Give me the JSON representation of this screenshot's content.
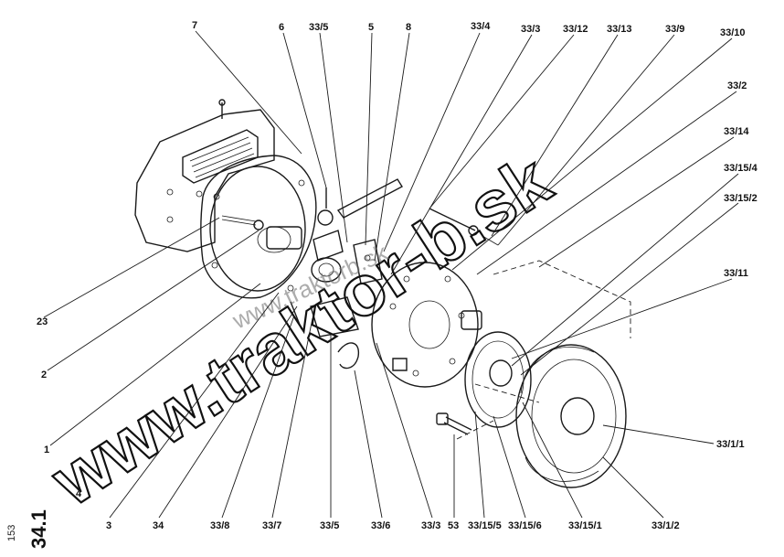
{
  "diagram": {
    "section_number": "34.1",
    "page_number": "153",
    "watermark": "www.traktor-b.sk",
    "watermark_small": "www.traktorb.sk",
    "callouts": [
      {
        "id": "c-7",
        "label": "7"
      },
      {
        "id": "c-6",
        "label": "6"
      },
      {
        "id": "c-33-5-top",
        "label": "33/5"
      },
      {
        "id": "c-5",
        "label": "5"
      },
      {
        "id": "c-8",
        "label": "8"
      },
      {
        "id": "c-33-4",
        "label": "33/4"
      },
      {
        "id": "c-33-3-top",
        "label": "33/3"
      },
      {
        "id": "c-33-12",
        "label": "33/12"
      },
      {
        "id": "c-33-13",
        "label": "33/13"
      },
      {
        "id": "c-33-9",
        "label": "33/9"
      },
      {
        "id": "c-33-10",
        "label": "33/10"
      },
      {
        "id": "c-33-2",
        "label": "33/2"
      },
      {
        "id": "c-33-14",
        "label": "33/14"
      },
      {
        "id": "c-33-15-4",
        "label": "33/15/4"
      },
      {
        "id": "c-33-15-2",
        "label": "33/15/2"
      },
      {
        "id": "c-33-11",
        "label": "33/11"
      },
      {
        "id": "c-33-1-1",
        "label": "33/1/1"
      },
      {
        "id": "c-33-1-2",
        "label": "33/1/2"
      },
      {
        "id": "c-33-15-1",
        "label": "33/15/1"
      },
      {
        "id": "c-33-15-6",
        "label": "33/15/6"
      },
      {
        "id": "c-33-15-5",
        "label": "33/15/5"
      },
      {
        "id": "c-53",
        "label": "53"
      },
      {
        "id": "c-33-3-bottom",
        "label": "33/3"
      },
      {
        "id": "c-33-6",
        "label": "33/6"
      },
      {
        "id": "c-33-5-bottom",
        "label": "33/5"
      },
      {
        "id": "c-33-7",
        "label": "33/7"
      },
      {
        "id": "c-33-8",
        "label": "33/8"
      },
      {
        "id": "c-34",
        "label": "34"
      },
      {
        "id": "c-3",
        "label": "3"
      },
      {
        "id": "c-4",
        "label": "4"
      },
      {
        "id": "c-1",
        "label": "1"
      },
      {
        "id": "c-2",
        "label": "2"
      },
      {
        "id": "c-23",
        "label": "23"
      }
    ]
  }
}
